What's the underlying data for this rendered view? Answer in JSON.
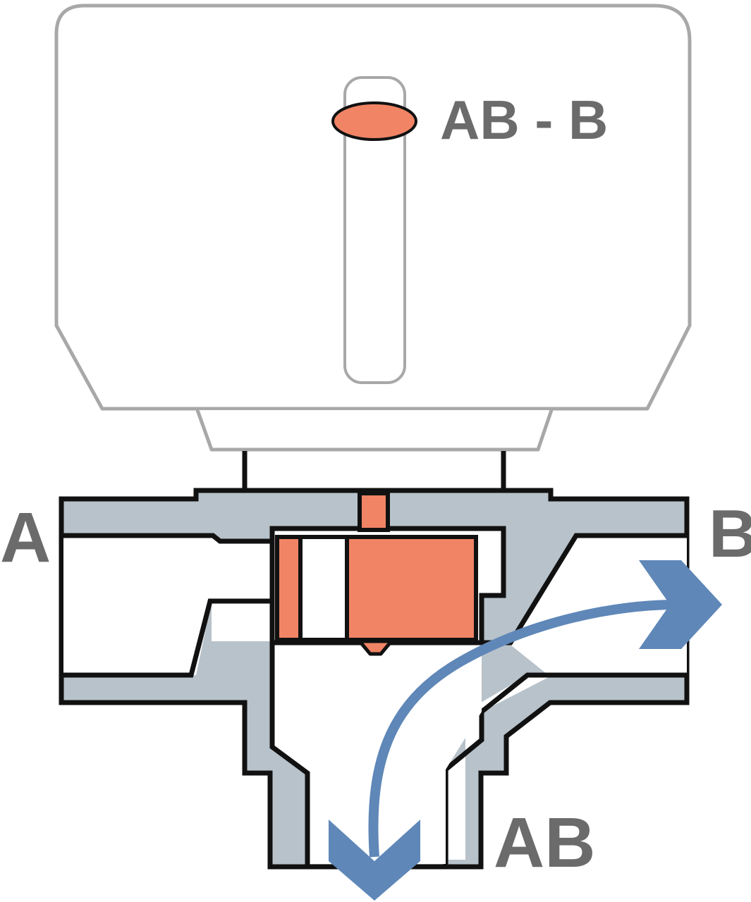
{
  "labels": {
    "indicator": "AB - B",
    "port_a": "A",
    "port_b": "B",
    "port_ab": "AB"
  },
  "colors": {
    "housing_fill": "#b8c2ca",
    "outline": "#111111",
    "actuator_outline": "#a8a8a8",
    "plug_fill": "#f08465",
    "flow_arrow": "#5f87b8",
    "label_text": "#6b6b6b"
  }
}
